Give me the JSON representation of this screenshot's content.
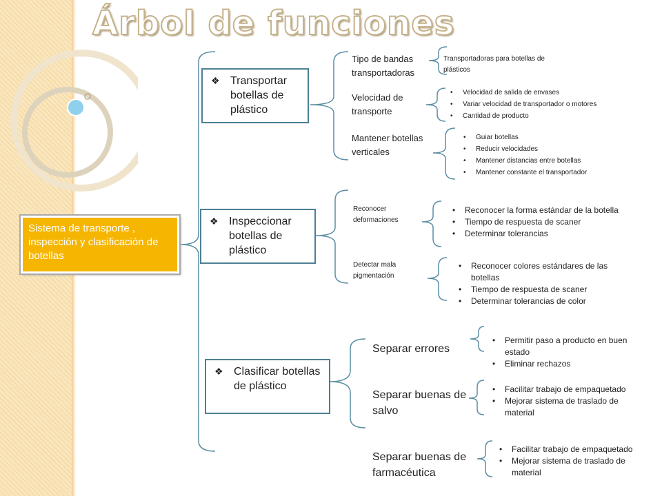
{
  "title": "Árbol de funciones",
  "root": "Sistema de transporte , inspección y clasificación de botellas",
  "functions": [
    {
      "label": "Transportar botellas de plástico",
      "subs": [
        {
          "label": "Tipo de bandas transportadoras",
          "details": [
            "Transportadoras para botellas  de plásticos"
          ]
        },
        {
          "label": "Velocidad de transporte",
          "details": [
            "Velocidad de salida de envases",
            "Variar velocidad de transportador o motores",
            "Cantidad de producto"
          ]
        },
        {
          "label": "Mantener botellas verticales",
          "details": [
            "Guiar botellas",
            "Reducir velocidades",
            "Mantener distancias entre botellas",
            "Mantener constante el transportador"
          ]
        }
      ]
    },
    {
      "label": "Inspeccionar botellas de plástico",
      "subs": [
        {
          "label": "Reconocer deformaciones",
          "details": [
            "Reconocer la forma estándar de la botella",
            "Tiempo de respuesta de scaner",
            "Determinar tolerancias"
          ]
        },
        {
          "label": "Detectar mala pigmentación",
          "details": [
            "Reconocer colores estándares de las botellas",
            "Tiempo de respuesta de scaner",
            "Determinar tolerancias de color"
          ]
        }
      ]
    },
    {
      "label": "Clasificar botellas de plástico",
      "subs": [
        {
          "label": "Separar errores",
          "details": [
            "Permitir paso a producto en buen estado",
            "Eliminar rechazos"
          ]
        },
        {
          "label": "Separar buenas de salvo",
          "details": [
            "Facilitar trabajo de empaquetado",
            "Mejorar sistema de traslado de material"
          ]
        },
        {
          "label": "Separar buenas de farmacéutica",
          "details": [
            "Facilitar trabajo de empaquetado",
            "Mejorar sistema de traslado de material"
          ]
        }
      ]
    }
  ],
  "colors": {
    "root_fill": "#f5b500",
    "box_border": "#4c7f93",
    "bracket": "#5a8ea3",
    "sidebar": "#f6dca6"
  }
}
